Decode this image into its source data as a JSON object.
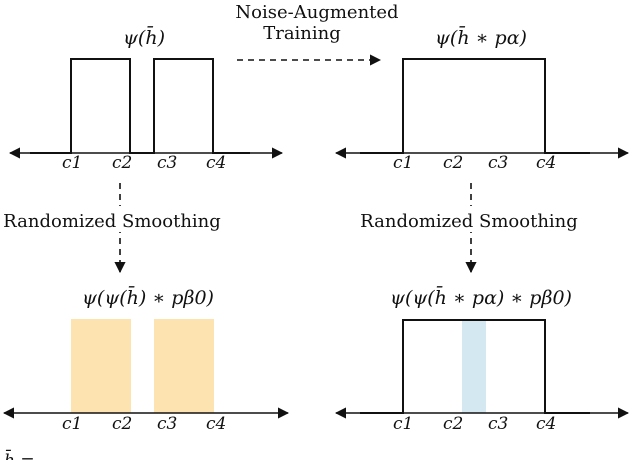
{
  "labels": {
    "noise_line1": "Noise-Augmented",
    "noise_line2": "Training",
    "rs_left": "Randomized Smoothing",
    "rs_right": "Randomized Smoothing"
  },
  "formulas": {
    "top_left": "ψ(h̄)",
    "top_right": "ψ(h̄ ∗ pα)",
    "bottom_left": "ψ(ψ(h̄) ∗ pβ0)",
    "bottom_right": "ψ(ψ(h̄ ∗ pα) ∗ pβ0)"
  },
  "ticks": {
    "top_left": [
      "c1",
      "c2",
      "c3",
      "c4"
    ],
    "top_right": [
      "c1",
      "c2",
      "c3",
      "c4"
    ],
    "bottom_left": [
      "c1",
      "c2",
      "c3",
      "c4"
    ],
    "bottom_right": [
      "c1",
      "c2",
      "c3",
      "c4"
    ]
  },
  "footer_fragment": "h̄ =",
  "colors": {
    "orange_band": "#fde3b0",
    "blue_band": "#d4e8f1",
    "ink": "#111111"
  }
}
